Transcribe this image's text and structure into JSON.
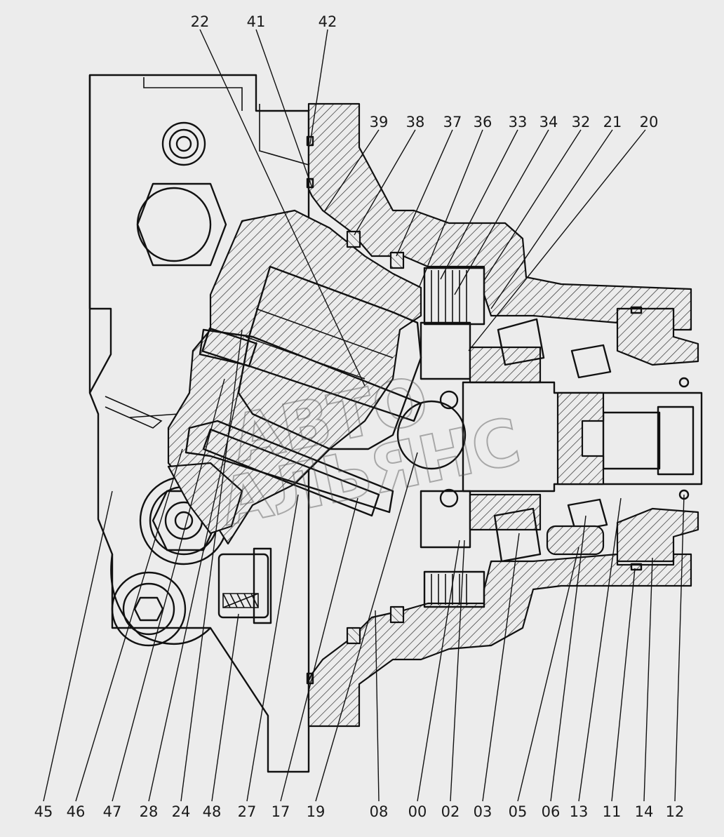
{
  "watermark": {
    "line1": "АВТО",
    "line2": "АЛЬЯНС"
  },
  "callouts_top": [
    "22",
    "41",
    "42",
    "39",
    "38",
    "37",
    "36",
    "33",
    "34",
    "32",
    "21",
    "20"
  ],
  "callouts_bottom": [
    "45",
    "46",
    "47",
    "28",
    "24",
    "48",
    "27",
    "17",
    "19",
    "08",
    "00",
    "02",
    "03",
    "05",
    "06",
    "13",
    "11",
    "14",
    "12"
  ],
  "colors": {
    "background": "#ececec",
    "ink": "#111111"
  }
}
